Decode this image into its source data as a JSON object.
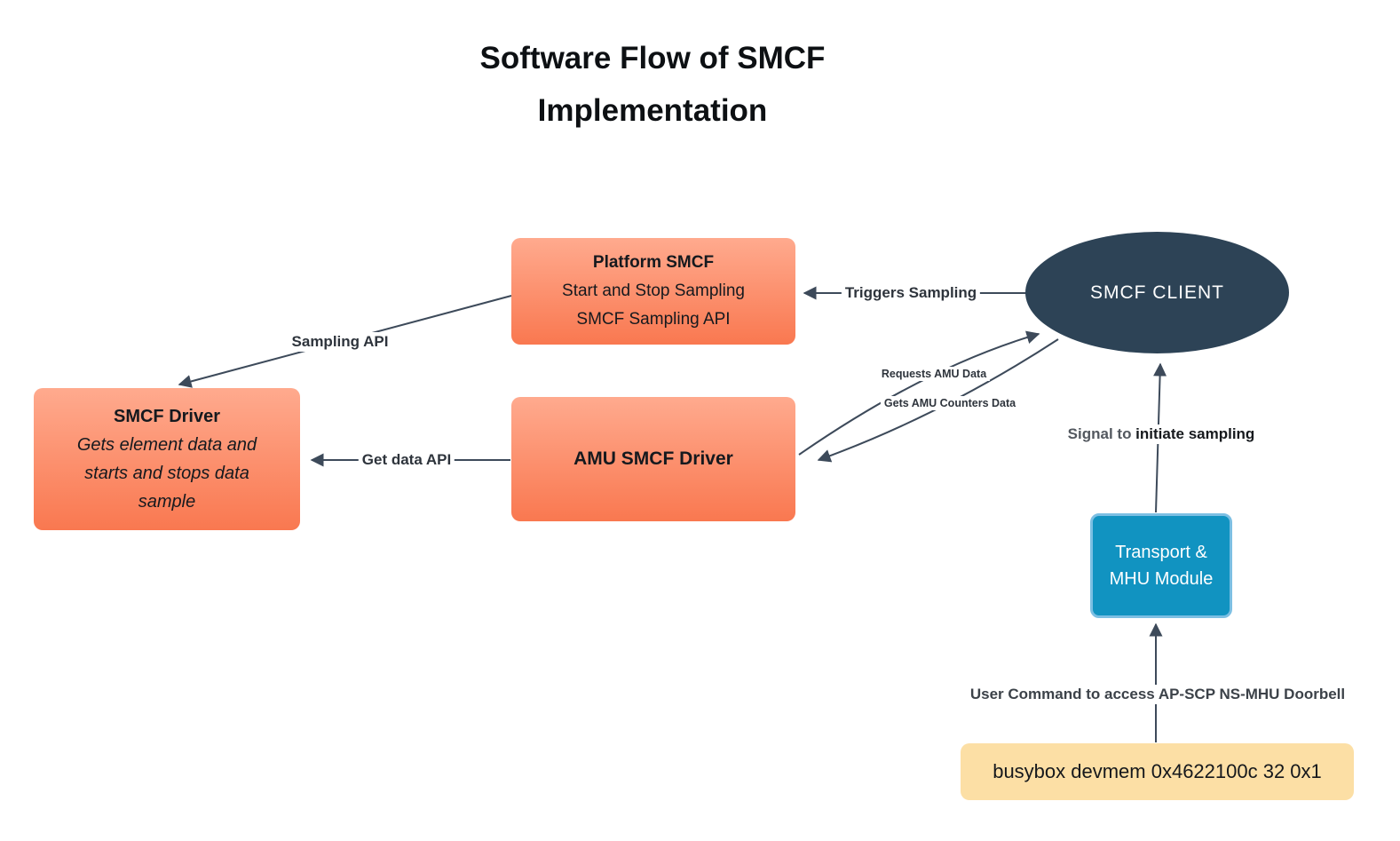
{
  "title": {
    "lines": [
      "Software Flow of SMCF",
      "Implementation"
    ]
  },
  "nodes": {
    "platform_smcf": {
      "title": "Platform SMCF",
      "lines": [
        "Start and Stop Sampling",
        "SMCF Sampling API"
      ]
    },
    "smcf_client": {
      "label": "SMCF CLIENT"
    },
    "smcf_driver": {
      "title": "SMCF Driver",
      "lines": [
        "Gets element data and",
        "starts and stops data",
        "sample"
      ]
    },
    "amu_smcf_driver": {
      "label": "AMU SMCF Driver"
    },
    "transport_mhu_module": {
      "lines": [
        "Transport &",
        "MHU Module"
      ]
    },
    "busybox_command": {
      "label": "busybox devmem 0x4622100c 32 0x1"
    }
  },
  "edge_labels": {
    "triggers_sampling": "Triggers Sampling",
    "sampling_api": "Sampling API",
    "get_data_api": "Get data API",
    "requests_amu_data": "Requests AMU Data",
    "gets_amu_counters_data": "Gets AMU Counters Data",
    "signal_prefix": "Signal to ",
    "signal_emphasis": "initiate sampling",
    "user_command": "User Command to access AP-SCP NS-MHU Doorbell"
  },
  "colors": {
    "box-top": "#ffaa8e",
    "box-bottom": "#f97850",
    "client-fill": "#2d4356",
    "module-fill": "#1193c1",
    "module-border": "#7cbfe3",
    "command-fill": "#fcdfa5",
    "arrow": "#3d4a5a"
  }
}
